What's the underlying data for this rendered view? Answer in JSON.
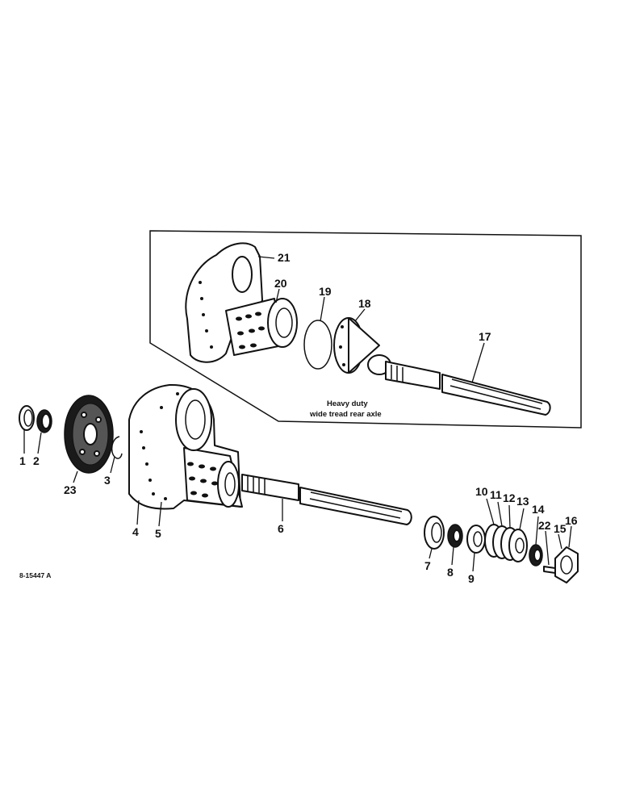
{
  "drawing_code": "8-15447 A",
  "inset": {
    "caption_line1": "Heavy duty",
    "caption_line2": "wide tread rear axle"
  },
  "callouts": {
    "c1": "1",
    "c2": "2",
    "c3": "3",
    "c4": "4",
    "c5": "5",
    "c6": "6",
    "c7": "7",
    "c8": "8",
    "c9": "9",
    "c10": "10",
    "c11": "11",
    "c12": "12",
    "c13": "13",
    "c14": "14",
    "c15": "15",
    "c16": "16",
    "c17": "17",
    "c18": "18",
    "c19": "19",
    "c20": "20",
    "c21": "21",
    "c22": "22",
    "c23": "23"
  }
}
